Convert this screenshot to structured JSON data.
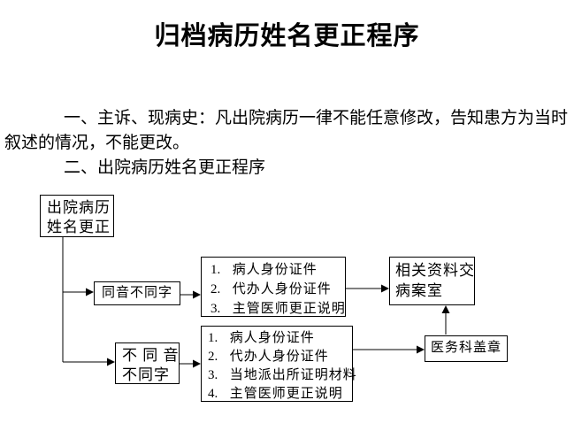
{
  "document": {
    "title": "归档病历姓名更正程序",
    "paragraph_lines": [
      "一、主诉、现病史：凡出院病历一律不能任意修改，告知患方为当时",
      "叙述的情况，不能更改。",
      "二、出院病历姓名更正程序"
    ]
  },
  "flowchart": {
    "start_box": {
      "lines": [
        "出院病历",
        "姓名更正"
      ]
    },
    "same_sound_box": {
      "label": "同音不同字"
    },
    "same_sound_docs_box": {
      "items": [
        {
          "num": "1.",
          "text": "病人身份证件"
        },
        {
          "num": "2.",
          "text": "代办人身份证件"
        },
        {
          "num": "3.",
          "text": "主管医师更正说明"
        }
      ]
    },
    "records_box": {
      "lines": [
        "相关资料交",
        "病案室"
      ]
    },
    "diff_sound_box": {
      "lines": [
        "不 同 音",
        "不同字"
      ]
    },
    "diff_sound_docs_box": {
      "items": [
        {
          "num": "1.",
          "text": "病人身份证件"
        },
        {
          "num": "2.",
          "text": "代办人身份证件"
        },
        {
          "num": "3.",
          "text": "当地派出所证明材料"
        },
        {
          "num": "4.",
          "text": "主管医师更正说明"
        }
      ]
    },
    "stamp_box": {
      "label": "医务科盖章"
    }
  },
  "colors": {
    "text": "#000000",
    "background": "#ffffff",
    "line": "#000000",
    "box_border": "#000000"
  }
}
